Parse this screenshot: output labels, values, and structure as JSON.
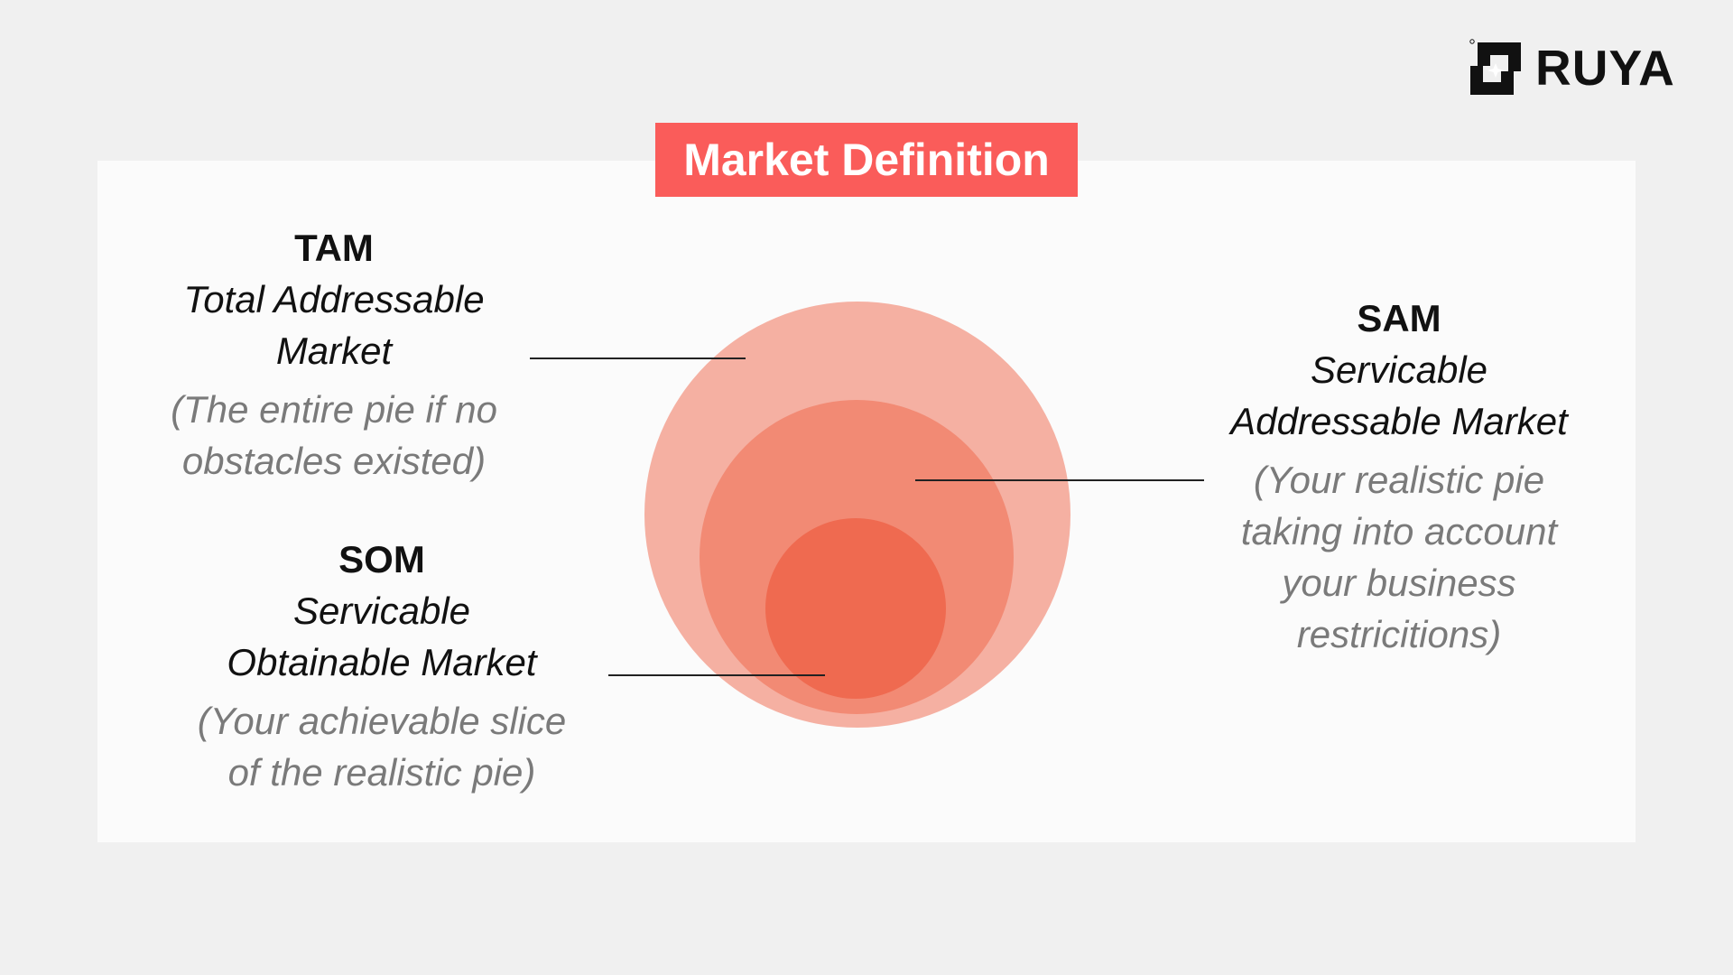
{
  "brand": {
    "name": "RUYA",
    "logo_icon": "ruya-logo-icon"
  },
  "title": "Market Definition",
  "colors": {
    "title_background": "#fa5c5a",
    "tam_circle": "#f5b0a2",
    "sam_circle": "#f28a74",
    "som_circle": "#ef6a50",
    "description_text": "#7a7a7a"
  },
  "segments": {
    "tam": {
      "abbr": "TAM",
      "full_line1": "Total Addressable",
      "full_line2": "Market",
      "desc_line1": "(The entire pie if no",
      "desc_line2": "obstacles existed)"
    },
    "sam": {
      "abbr": "SAM",
      "full_line1": "Servicable",
      "full_line2": "Addressable Market",
      "desc_line1": "(Your realistic pie",
      "desc_line2": "taking into account",
      "desc_line3": "your business",
      "desc_line4": "restricitions)"
    },
    "som": {
      "abbr": "SOM",
      "full_line1": "Servicable",
      "full_line2": "Obtainable Market",
      "desc_line1": "(Your achievable slice",
      "desc_line2": "of the realistic pie)"
    }
  }
}
